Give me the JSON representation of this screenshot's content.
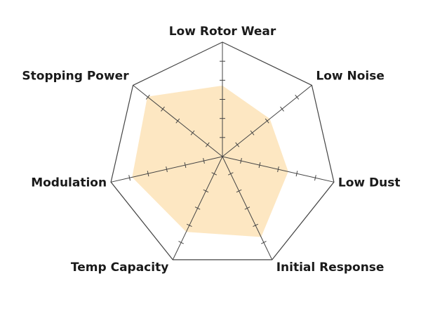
{
  "chart_data": {
    "type": "radar",
    "axes": [
      "Low Rotor Wear",
      "Low Noise",
      "Low Dust",
      "Initial Response",
      "Temp Capacity",
      "Modulation",
      "Stopping Power"
    ],
    "series": [
      {
        "values": [
          6.2,
          5.3,
          5.9,
          7.8,
          7.3,
          8.1,
          8.4
        ]
      }
    ],
    "range": [
      0,
      10
    ],
    "tick_count": 5,
    "fill_color": "#fde7c2",
    "line_color": "#444444",
    "legend": "none"
  }
}
